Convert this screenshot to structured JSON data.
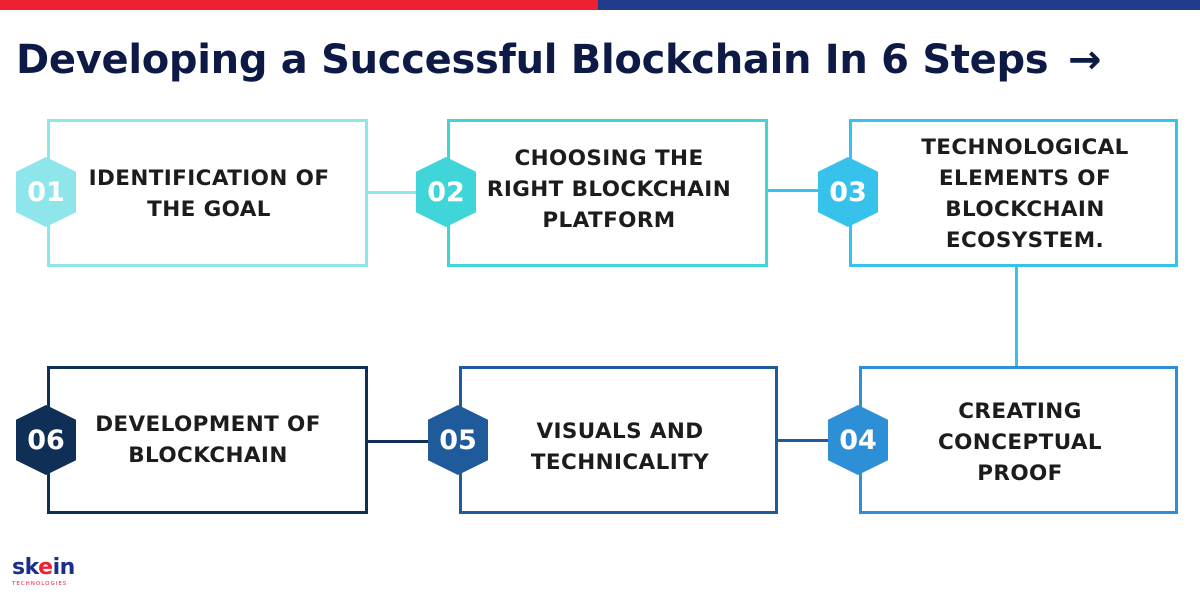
{
  "header": {
    "title": "Developing a Successful Blockchain In 6 Steps",
    "arrow": "→"
  },
  "colors": {
    "top_bar_left": "#ee2132",
    "top_bar_right": "#213c8d",
    "title": "#0c1a45"
  },
  "steps": [
    {
      "number": "01",
      "label": "IDENTIFICATION OF\nTHE GOAL",
      "color": "#8ee6ea"
    },
    {
      "number": "02",
      "label": "CHOOSING THE\nRIGHT BLOCKCHAIN\nPLATFORM",
      "color": "#3fd5d9"
    },
    {
      "number": "03",
      "label": "TECHNOLOGICAL\nELEMENTS OF\nBLOCKCHAIN\nECOSYSTEM.",
      "color": "#36c2ea"
    },
    {
      "number": "04",
      "label": "CREATING\nCONCEPTUAL\nPROOF",
      "color": "#2d8fd6"
    },
    {
      "number": "05",
      "label": "VISUALS AND\nTECHNICALITY",
      "color": "#1f5a9a"
    },
    {
      "number": "06",
      "label": "DEVELOPMENT OF\nBLOCKCHAIN",
      "color": "#0f2f57"
    }
  ],
  "logo": {
    "name_part1": "sk",
    "name_accent": "e",
    "name_part2": "in",
    "subtitle": "TECHNOLOGIES"
  }
}
